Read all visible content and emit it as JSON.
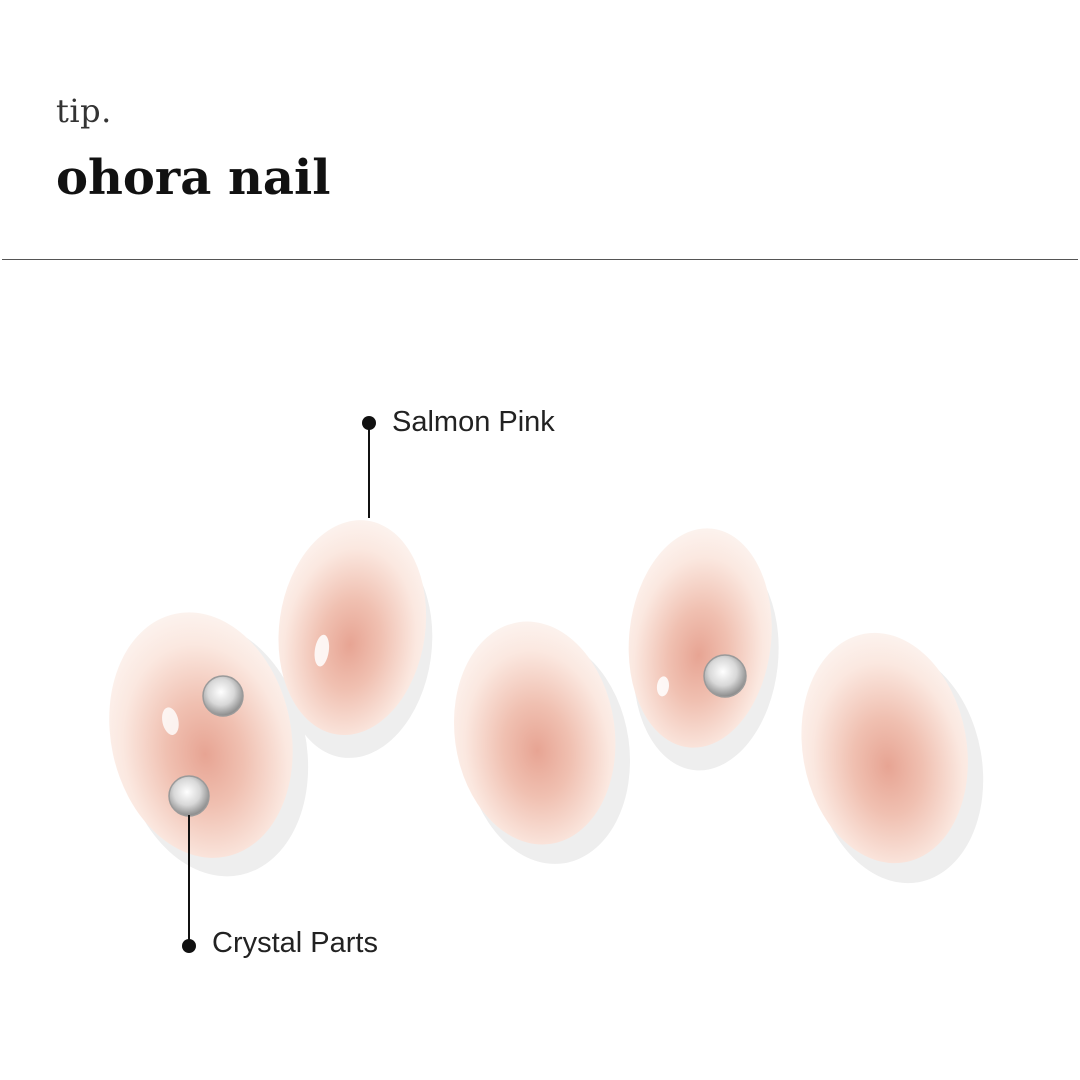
{
  "header": {
    "eyebrow": "tip.",
    "title": "ohora nail"
  },
  "callouts": {
    "salmon_pink": "Salmon Pink",
    "crystal_parts": "Crystal Parts"
  },
  "colors": {
    "nail_base": "#fbf1ec",
    "blush": "#e7a493",
    "nail_shadow": "#ececec",
    "rule": "#555555"
  },
  "nails": [
    {
      "name": "nail-1",
      "has_crystals": true
    },
    {
      "name": "nail-2",
      "has_crystals": false
    },
    {
      "name": "nail-3",
      "has_crystals": false
    },
    {
      "name": "nail-4",
      "has_crystals": true
    },
    {
      "name": "nail-5",
      "has_crystals": false
    }
  ]
}
